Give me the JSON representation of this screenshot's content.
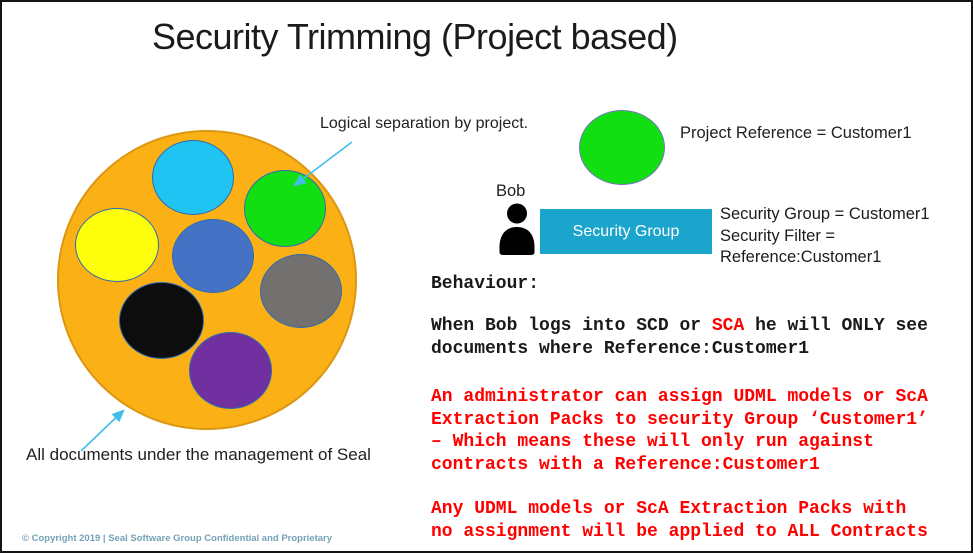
{
  "title": "Security Trimming (Project based)",
  "annotations": {
    "separation_label": "Logical separation by project.",
    "all_documents_label": "All documents under the management of Seal"
  },
  "project": {
    "reference_label": "Project Reference = Customer1"
  },
  "user": {
    "name": "Bob",
    "security_group_box_label": "Security Group",
    "security_details": [
      "Security Group = Customer1",
      "Security Filter =",
      "Reference:Customer1"
    ]
  },
  "behaviour": {
    "heading": "Behaviour:",
    "p1": {
      "line1_pre": "When Bob logs into SCD or ",
      "line1_highlight": "SCA",
      "line1_post": " he will ONLY see",
      "line2": "documents where Reference:Customer1"
    },
    "p2_lines": [
      "An administrator can assign UDML models or ScA",
      "Extraction Packs to security Group ‘Customer1’",
      "– Which means these will only run against",
      "contracts with a Reference:Customer1"
    ],
    "p3_lines": [
      "Any UDML models or ScA Extraction Packs with",
      "no assignment will be applied to ALL Contracts"
    ]
  },
  "footer": "© Copyright 2019 | Seal Software Group Confidential and Proprietary",
  "icons": {
    "person": "person-silhouette-icon",
    "arrows": "callout-arrow"
  },
  "colors": {
    "container_circle": "#FBB116",
    "container_circle_border": "#DB9712",
    "document_circles": [
      "#1FC4F2",
      "#12DF12",
      "#FDFD0C",
      "#4472C4",
      "#737070",
      "#0D0D0D",
      "#7030A0"
    ],
    "project_ellipse": "#12DF12",
    "security_group_box": "#1BA4CC",
    "highlight_red": "#FF0000",
    "arrow": "#41BEE8",
    "footer_text": "#74A2B8"
  }
}
